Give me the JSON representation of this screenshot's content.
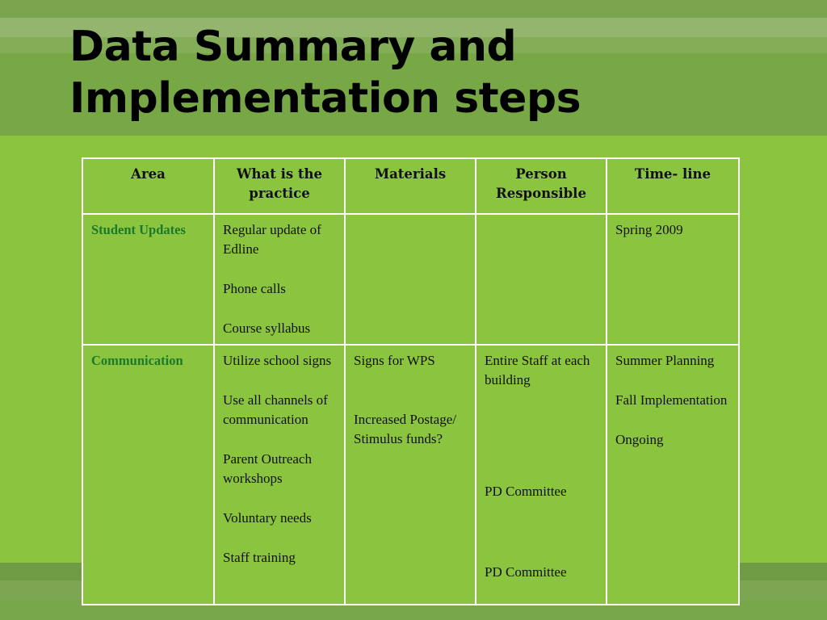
{
  "slide": {
    "title_lines": [
      "Data Summary and",
      "Implementation steps"
    ]
  },
  "table": {
    "headers": [
      "Area",
      "What is the practice",
      "Materials",
      "Person Responsible",
      "Time- line"
    ],
    "rows": [
      {
        "area": "Student Updates",
        "practice": [
          "Regular update of Edline",
          "Phone calls",
          "Course syllabus"
        ],
        "materials": [],
        "person": [],
        "timeline": [
          "Spring 2009"
        ]
      },
      {
        "area": "Communication",
        "practice": [
          "Utilize school signs",
          "Use all channels of communication",
          "Parent Outreach workshops",
          "Voluntary needs",
          "Staff training"
        ],
        "materials": [
          "Signs for WPS",
          "Increased Postage/ Stimulus funds?"
        ],
        "person": [
          "Entire Staff at each building",
          "PD Committee",
          "PD Committee"
        ],
        "timeline": [
          "Summer Planning",
          "Fall Implementation",
          "Ongoing"
        ]
      }
    ]
  },
  "colors": {
    "background": "#8bc53f",
    "top_band": "#78a845",
    "area_text": "#1a7a2a",
    "grid_lines": "#ffffff"
  }
}
